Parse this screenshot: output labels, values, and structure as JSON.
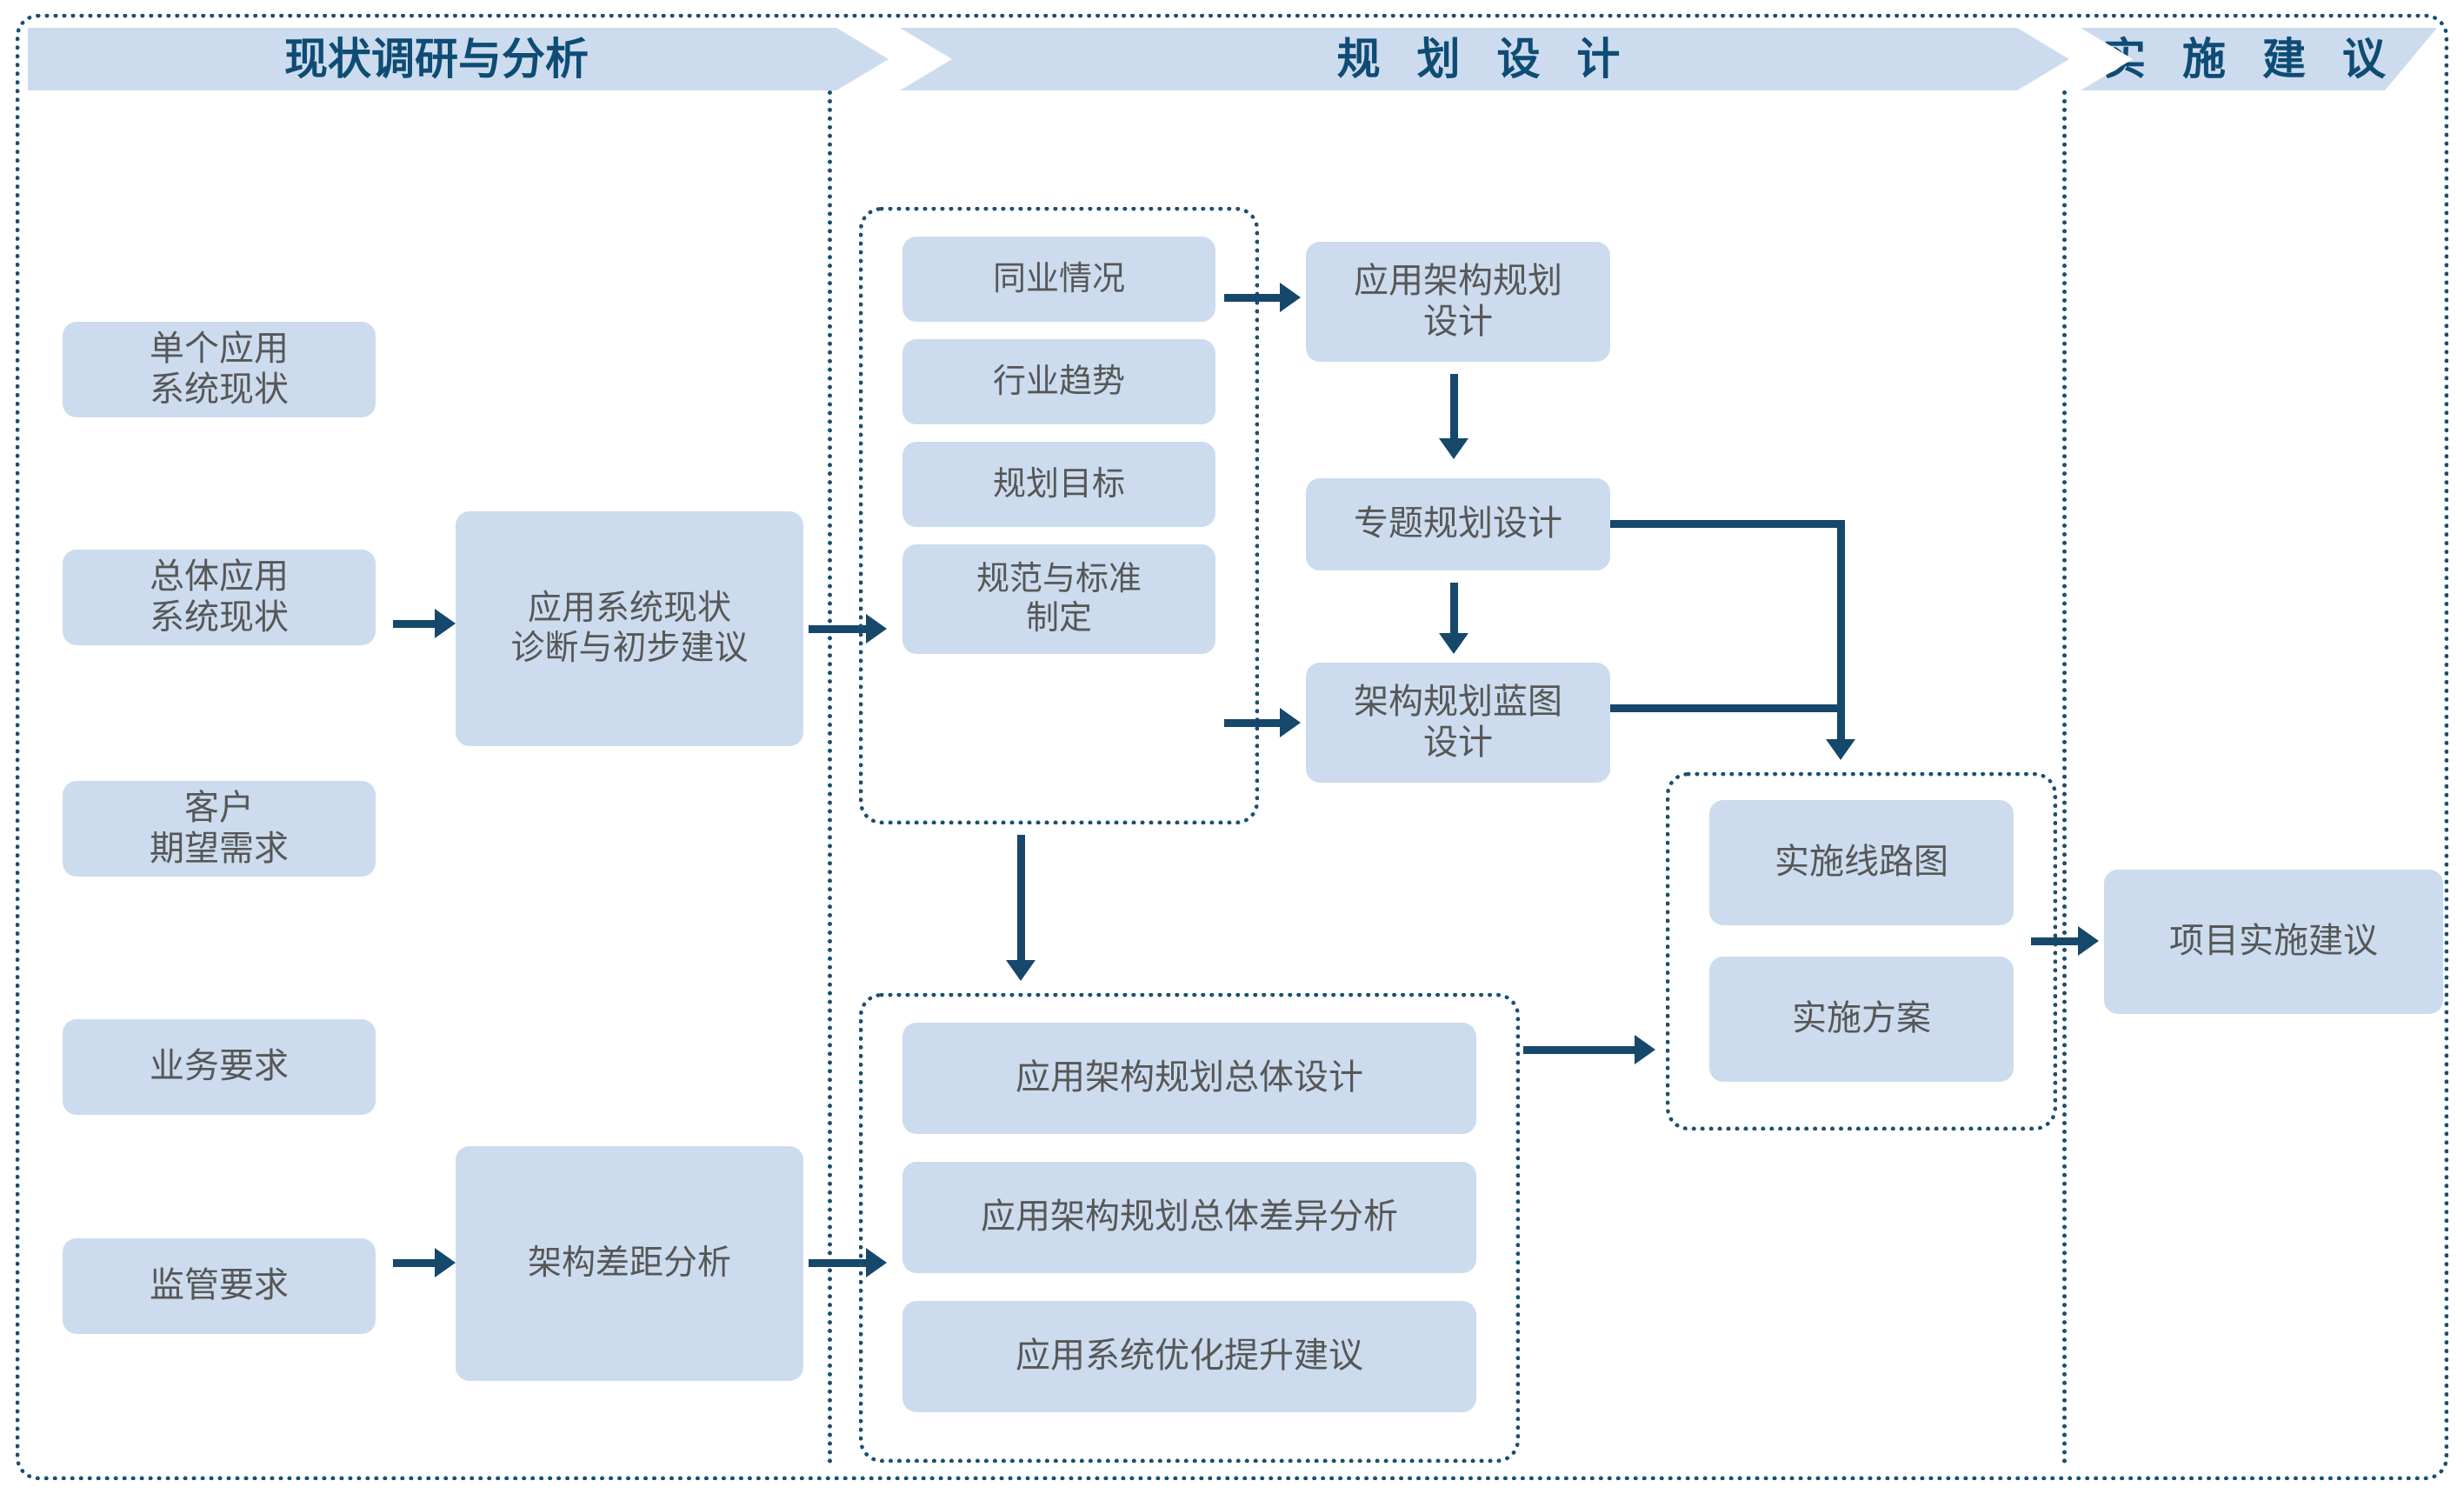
{
  "diagram": {
    "title_bands": [
      {
        "label": "现状调研与分析"
      },
      {
        "label": "规 划 设 计"
      },
      {
        "label": "实 施 建 议"
      }
    ],
    "colors": {
      "box_fill": "#ccdcee",
      "box_text": "#575757",
      "band_text": "#0f4c75",
      "connector": "#15486b",
      "dashed_border": "#1b4f72",
      "background": "#ffffff"
    },
    "columns": {
      "current_state": {
        "inputs": [
          {
            "label": "单个应用\n系统现状"
          },
          {
            "label": "总体应用\n系统现状"
          },
          {
            "label": "客户\n期望需求"
          },
          {
            "label": "业务要求"
          },
          {
            "label": "监管要求"
          }
        ],
        "processes": [
          {
            "label": "应用系统现状\n诊断与初步建议"
          },
          {
            "label": "架构差距分析"
          }
        ]
      },
      "planning_design": {
        "inputs_group": [
          {
            "label": "同业情况"
          },
          {
            "label": "行业趋势"
          },
          {
            "label": "规划目标"
          },
          {
            "label": "规范与标准\n制定"
          }
        ],
        "design_chain": [
          {
            "label": "应用架构规划\n设计"
          },
          {
            "label": "专题规划设计"
          },
          {
            "label": "架构规划蓝图\n设计"
          }
        ],
        "overall_group": [
          {
            "label": "应用架构规划总体设计"
          },
          {
            "label": "应用架构规划总体差异分析"
          },
          {
            "label": "应用系统优化提升建议"
          }
        ],
        "implementation_group": [
          {
            "label": "实施线路图"
          },
          {
            "label": "实施方案"
          }
        ]
      },
      "implementation_advice": {
        "outputs": [
          {
            "label": "项目实施建议"
          }
        ]
      }
    }
  }
}
